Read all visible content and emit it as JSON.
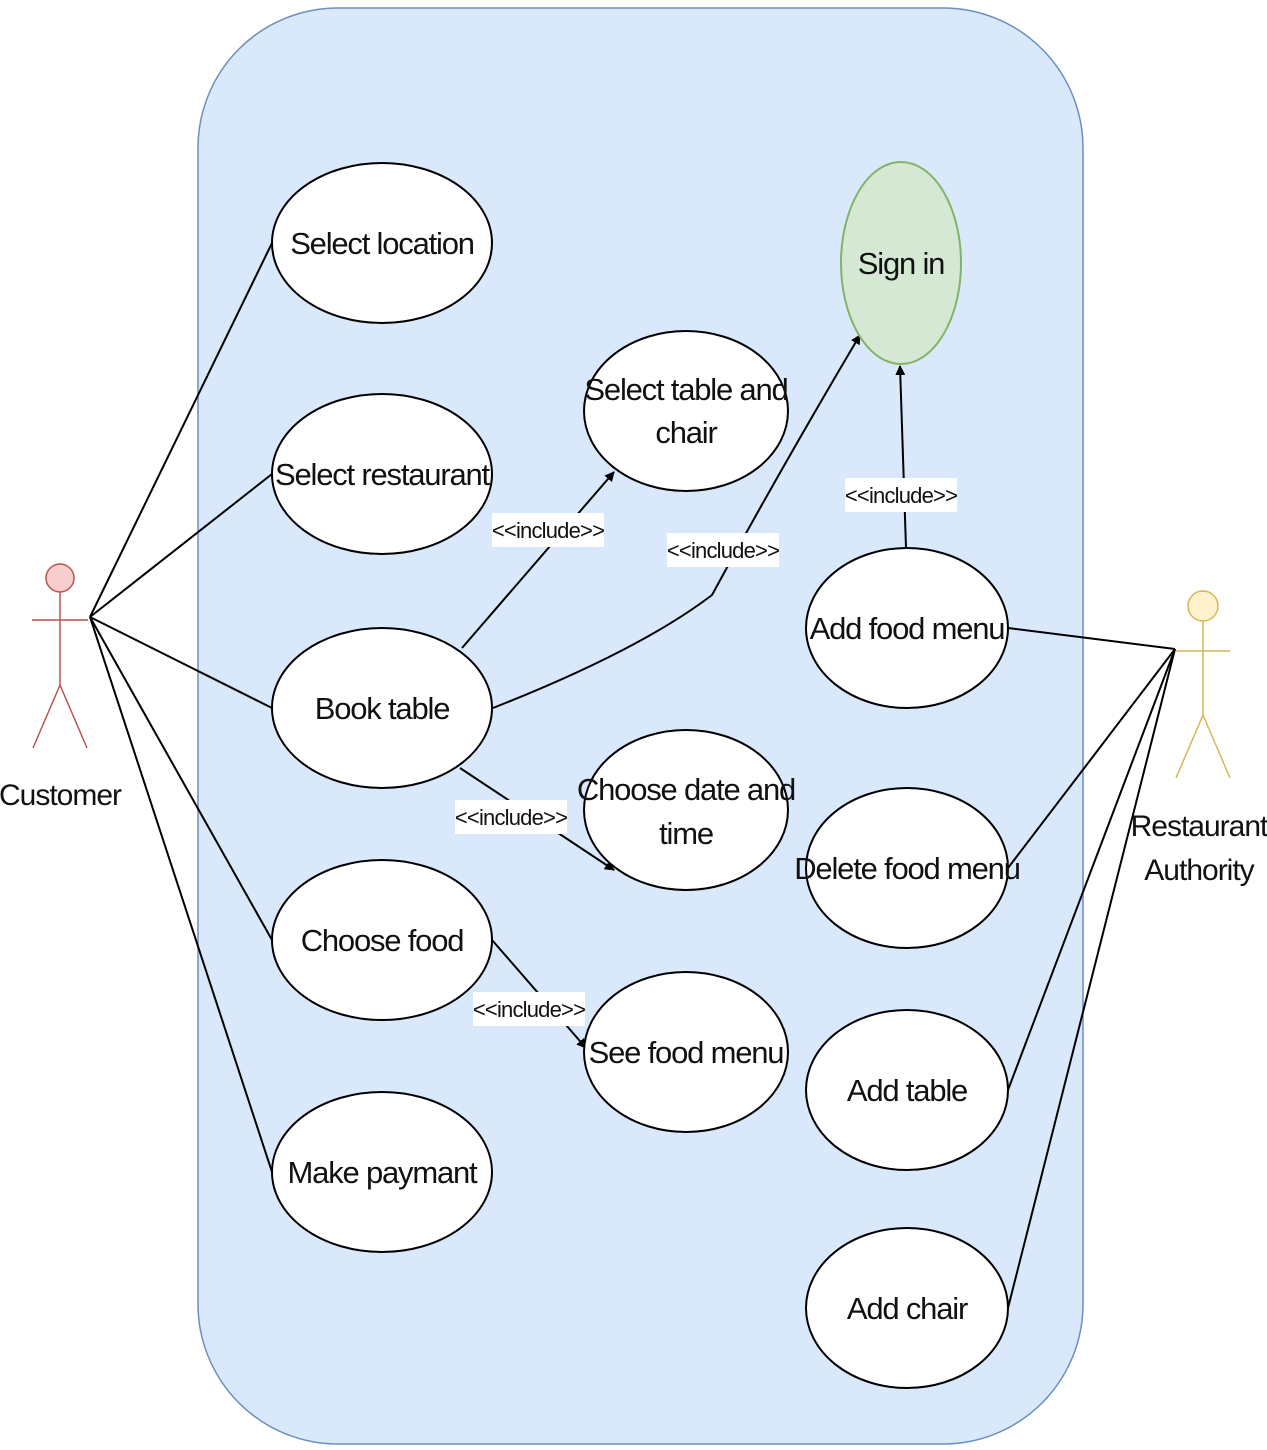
{
  "actors": {
    "customer": {
      "label": "Customer",
      "color": "#b85450",
      "fill": "#f8cecc"
    },
    "authority": {
      "label_line1": "Restaurant",
      "label_line2": "Authority",
      "color": "#d6b656",
      "fill": "#fff2cc"
    }
  },
  "use_cases": {
    "select_location": "Select location",
    "select_restaurant": "Select restaurant",
    "book_table": "Book table",
    "choose_food": "Choose food",
    "make_payment": "Make paymant",
    "select_table_chair_line1": "Select table and",
    "select_table_chair_line2": "chair",
    "choose_date_time_line1": "Choose date and",
    "choose_date_time_line2": "time",
    "see_food_menu": "See food menu",
    "sign_in": "Sign in",
    "add_food_menu": "Add food menu",
    "delete_food_menu": "Delete food menu",
    "add_table": "Add table",
    "add_chair": "Add chair"
  },
  "relations": {
    "include_label": "<<include>>"
  },
  "colors": {
    "system_boundary_fill": "#dae8fc",
    "system_boundary_stroke": "#6c8ebf",
    "sign_in_fill": "#d5e8d4",
    "sign_in_stroke": "#82b366",
    "use_case_fill": "#ffffff",
    "line": "#000000"
  }
}
